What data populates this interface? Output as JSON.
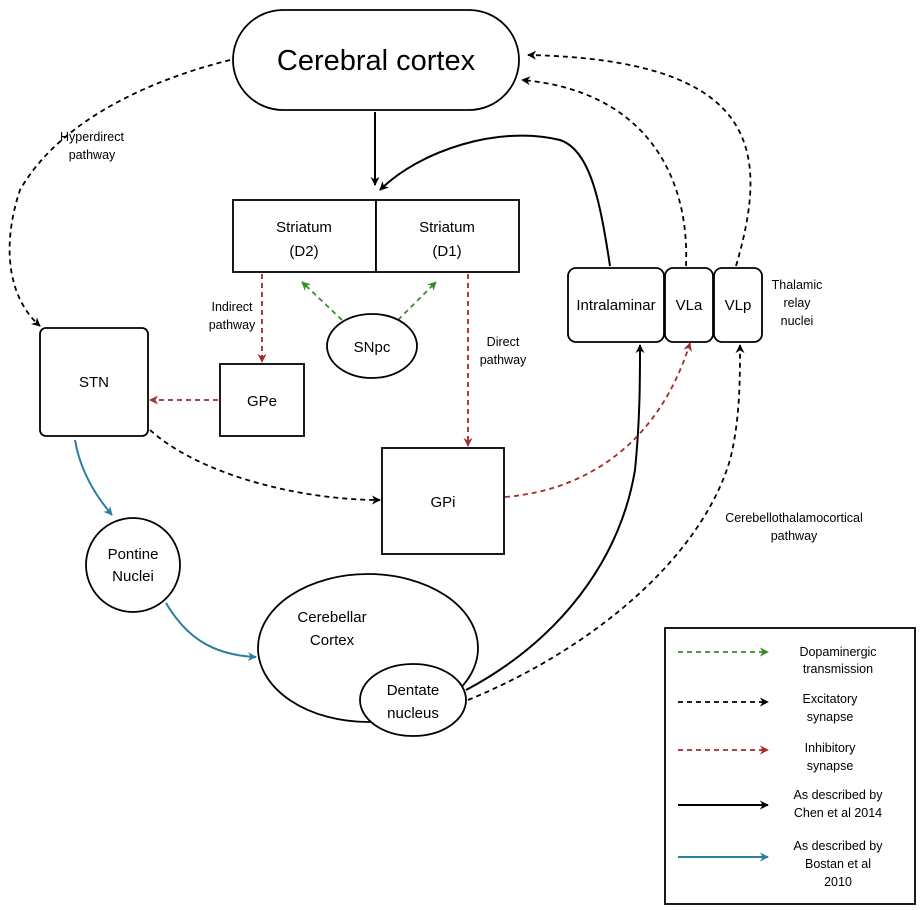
{
  "nodes": {
    "cortex": "Cerebral cortex",
    "striatum_d2": [
      "Striatum",
      "(D2)"
    ],
    "striatum_d1": [
      "Striatum",
      "(D1)"
    ],
    "snpc": "SNpc",
    "stn": "STN",
    "gpe": "GPe",
    "gpi": "GPi",
    "intralaminar": "Intralaminar",
    "vla": "VLa",
    "vlp": "VLp",
    "pontine": [
      "Pontine",
      "Nuclei"
    ],
    "cerebellar_cortex": [
      "Cerebellar",
      "Cortex"
    ],
    "dentate": [
      "Dentate",
      "nucleus"
    ]
  },
  "annotations": {
    "hyperdirect": [
      "Hyperdirect",
      "pathway"
    ],
    "indirect": [
      "Indirect",
      "pathway"
    ],
    "direct": [
      "Direct",
      "pathway"
    ],
    "thalamic": [
      "Thalamic",
      "relay",
      "nuclei"
    ],
    "cerebellothalamocortical": [
      "Cerebellothalamocortical",
      "pathway"
    ]
  },
  "legend": [
    {
      "text": [
        "Dopaminergic",
        "transmission"
      ],
      "color": "#3c8a2e",
      "style": "dashed"
    },
    {
      "text": [
        "Excitatory",
        "synapse"
      ],
      "color": "#000000",
      "style": "dashed"
    },
    {
      "text": [
        "Inhibitory",
        "synapse"
      ],
      "color": "#a52a2a",
      "style": "dashed"
    },
    {
      "text": [
        "As described by",
        "Chen et al 2014"
      ],
      "color": "#000000",
      "style": "solid"
    },
    {
      "text": [
        "As described by",
        "Bostan et al",
        "2010"
      ],
      "color": "#2a7fa0",
      "style": "solid"
    }
  ],
  "colors": {
    "dopaminergic": "#3c8a2e",
    "excitatory": "#000000",
    "inhibitory": "#a52a2a",
    "chen": "#000000",
    "bostan": "#2a7fa0"
  }
}
